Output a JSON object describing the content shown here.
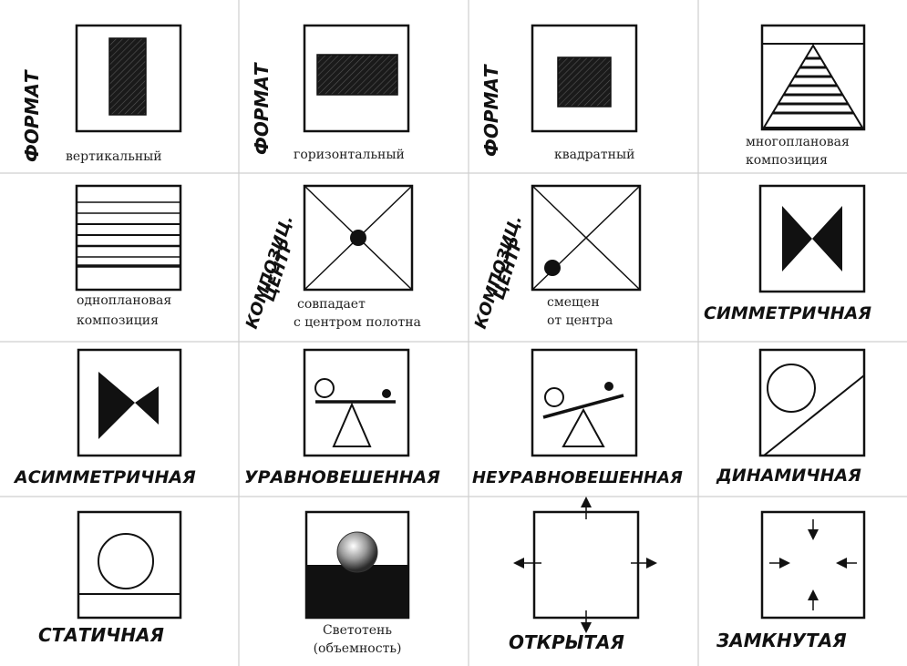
{
  "cells": {
    "vertical": {
      "side_label": "ФОРМАТ",
      "caption": "вертикальный"
    },
    "horizontal": {
      "side_label": "ФОРМАТ",
      "caption": "горизонтальный"
    },
    "square": {
      "side_label": "ФОРМАТ",
      "caption": "квадратный"
    },
    "multiplane": {
      "caption_line1": "многоплановая",
      "caption_line2": "композиция"
    },
    "singleplane": {
      "caption_line1": "одноплановая",
      "caption_line2": "композиция"
    },
    "center_coincides": {
      "side_label_line1": "КОМПОЗИЦ.",
      "side_label_line2": "ЦЕНТР",
      "caption_line1": "совпадает",
      "caption_line2": "с центром полотна"
    },
    "center_shifted": {
      "side_label_line1": "КОМПОЗИЦ.",
      "side_label_line2": "ЦЕНТР",
      "caption_line1": "смещен",
      "caption_line2": "от центра"
    },
    "symmetric": {
      "caption": "СИММЕТРИЧНАЯ"
    },
    "asymmetric": {
      "caption": "АСИММЕТРИЧНАЯ"
    },
    "balanced": {
      "caption": "УРАВНОВЕШЕННАЯ"
    },
    "unbalanced": {
      "caption": "НЕУРАВНОВЕШЕННАЯ"
    },
    "dynamic": {
      "caption": "ДИНАМИЧНАЯ"
    },
    "static": {
      "caption": "СТАТИЧНАЯ"
    },
    "chiaroscuro": {
      "caption_line1": "Светотень",
      "caption_line2": "(объемность)"
    },
    "open": {
      "caption": "ОТКРЫТАЯ"
    },
    "closed": {
      "caption": "ЗАМКНУТАЯ"
    }
  }
}
